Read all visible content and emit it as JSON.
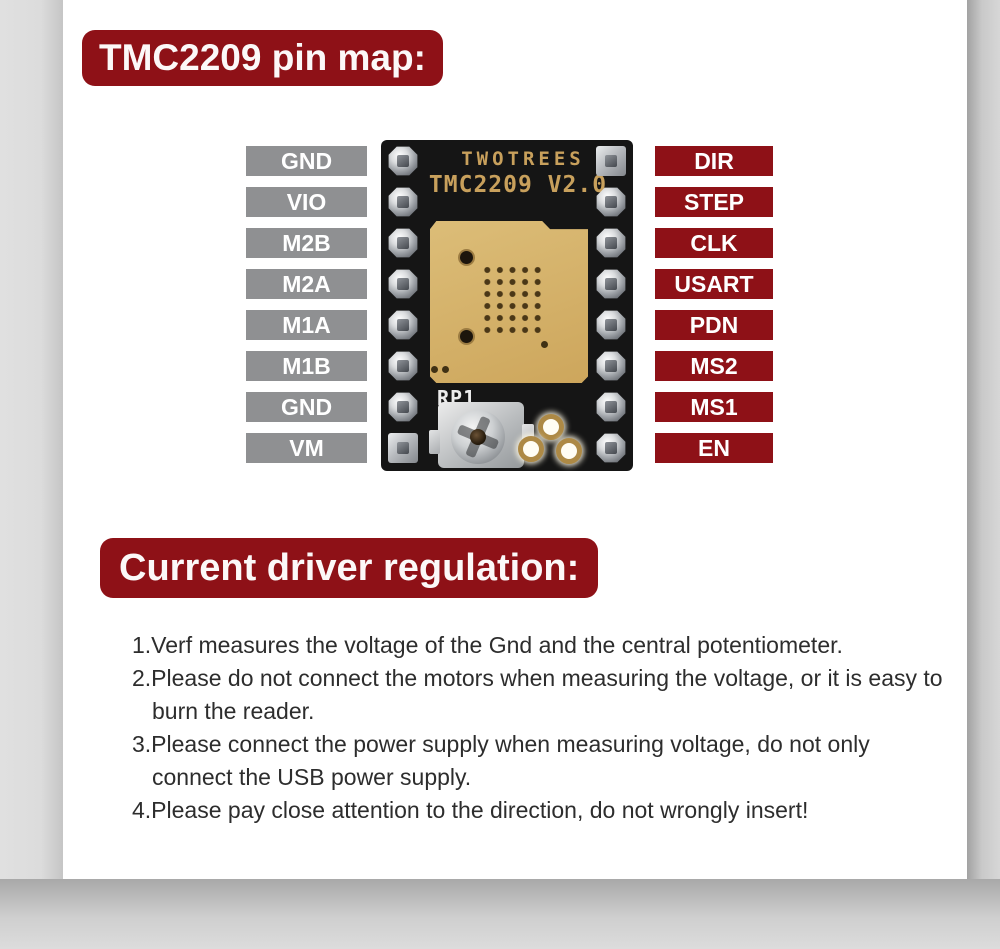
{
  "page": {
    "background": "#dbdbdb",
    "card_background": "#ffffff"
  },
  "colors": {
    "accent_red": "#8e1117",
    "label_gray": "#8f9092",
    "board_black": "#151515",
    "pad_gold": "#d4b269",
    "silkscreen_gold": "#c8a05c",
    "body_text": "#2d2d2d"
  },
  "pin_map": {
    "title": "TMC2209 pin map:",
    "board": {
      "brand": "TWOTREES",
      "model": "TMC2209 V2.0",
      "potentiometer_label": "RP1"
    },
    "left_pins": [
      "GND",
      "VIO",
      "M2B",
      "M2A",
      "M1A",
      "M1B",
      "GND",
      "VM"
    ],
    "right_pins": [
      "DIR",
      "STEP",
      "CLK",
      "USART",
      "PDN",
      "MS2",
      "MS1",
      "EN"
    ]
  },
  "regulation": {
    "title": "Current driver regulation:",
    "instructions": [
      "1.Verf measures the voltage of the Gnd and the central potentiometer.",
      "2.Please do not connect the motors when measuring the voltage, or it is easy to burn the reader.",
      "3.Please connect the power supply when measuring voltage, do not only connect the USB power supply.",
      "4.Please pay close attention to the direction, do not wrongly insert!"
    ]
  }
}
